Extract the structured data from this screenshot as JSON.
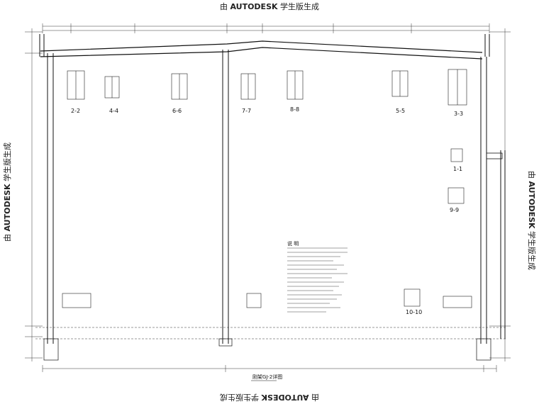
{
  "watermark": {
    "prefix": "由 ",
    "brand": "AUTODESK",
    "suffix": " 学生版生成"
  },
  "drawing_title": "刚架GJ-2详图",
  "section_labels": [
    {
      "id": "s22",
      "text": "2-2"
    },
    {
      "id": "s44",
      "text": "4-4"
    },
    {
      "id": "s66",
      "text": "6-6"
    },
    {
      "id": "s77",
      "text": "7-7"
    },
    {
      "id": "s88",
      "text": "8-8"
    },
    {
      "id": "s55",
      "text": "5-5"
    },
    {
      "id": "s33",
      "text": "3-3"
    },
    {
      "id": "s11",
      "text": "1-1"
    },
    {
      "id": "s99",
      "text": "9-9"
    },
    {
      "id": "s1010",
      "text": "10-10"
    }
  ],
  "notes_heading": "说 明"
}
